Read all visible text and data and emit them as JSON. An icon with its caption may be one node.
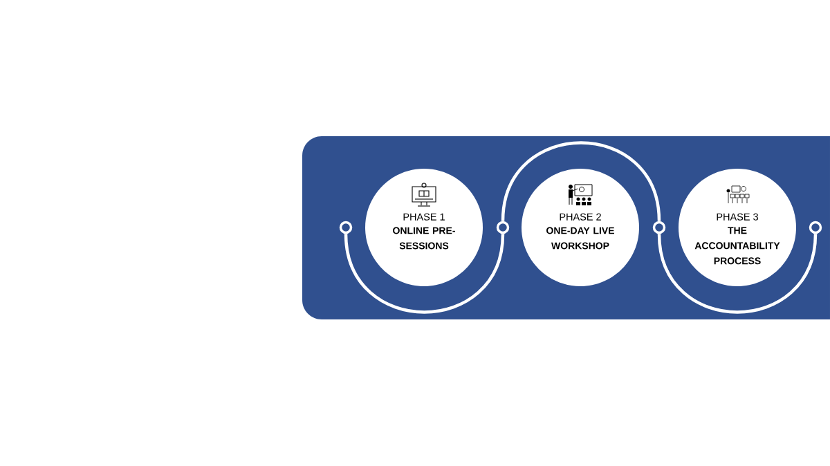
{
  "diagram": {
    "nodes": [
      {
        "text": [
          "PHASE 1",
          "ONLINE PRE-SESSIONS"
        ]
      },
      {
        "text": [
          "PHASE 2",
          "ONE-DAY LIVE WORKSHOP"
        ]
      },
      {
        "text": [
          "PHASE 3",
          "THE ACCOUNTABILITY PROCESS"
        ]
      },
      {
        "text": [],
        "shape": "circle"
      },
      {
        "text": [],
        "shape": "circle"
      },
      {
        "text": [],
        "shape": "circle"
      },
      {
        "text": [],
        "shape": "circle"
      }
    ],
    "edges": [
      {
        "from": 3,
        "to": 4,
        "arrow": "none"
      },
      {
        "from": 4,
        "to": 5,
        "arrow": "none"
      },
      {
        "from": 5,
        "to": 6,
        "arrow": "none"
      }
    ]
  }
}
